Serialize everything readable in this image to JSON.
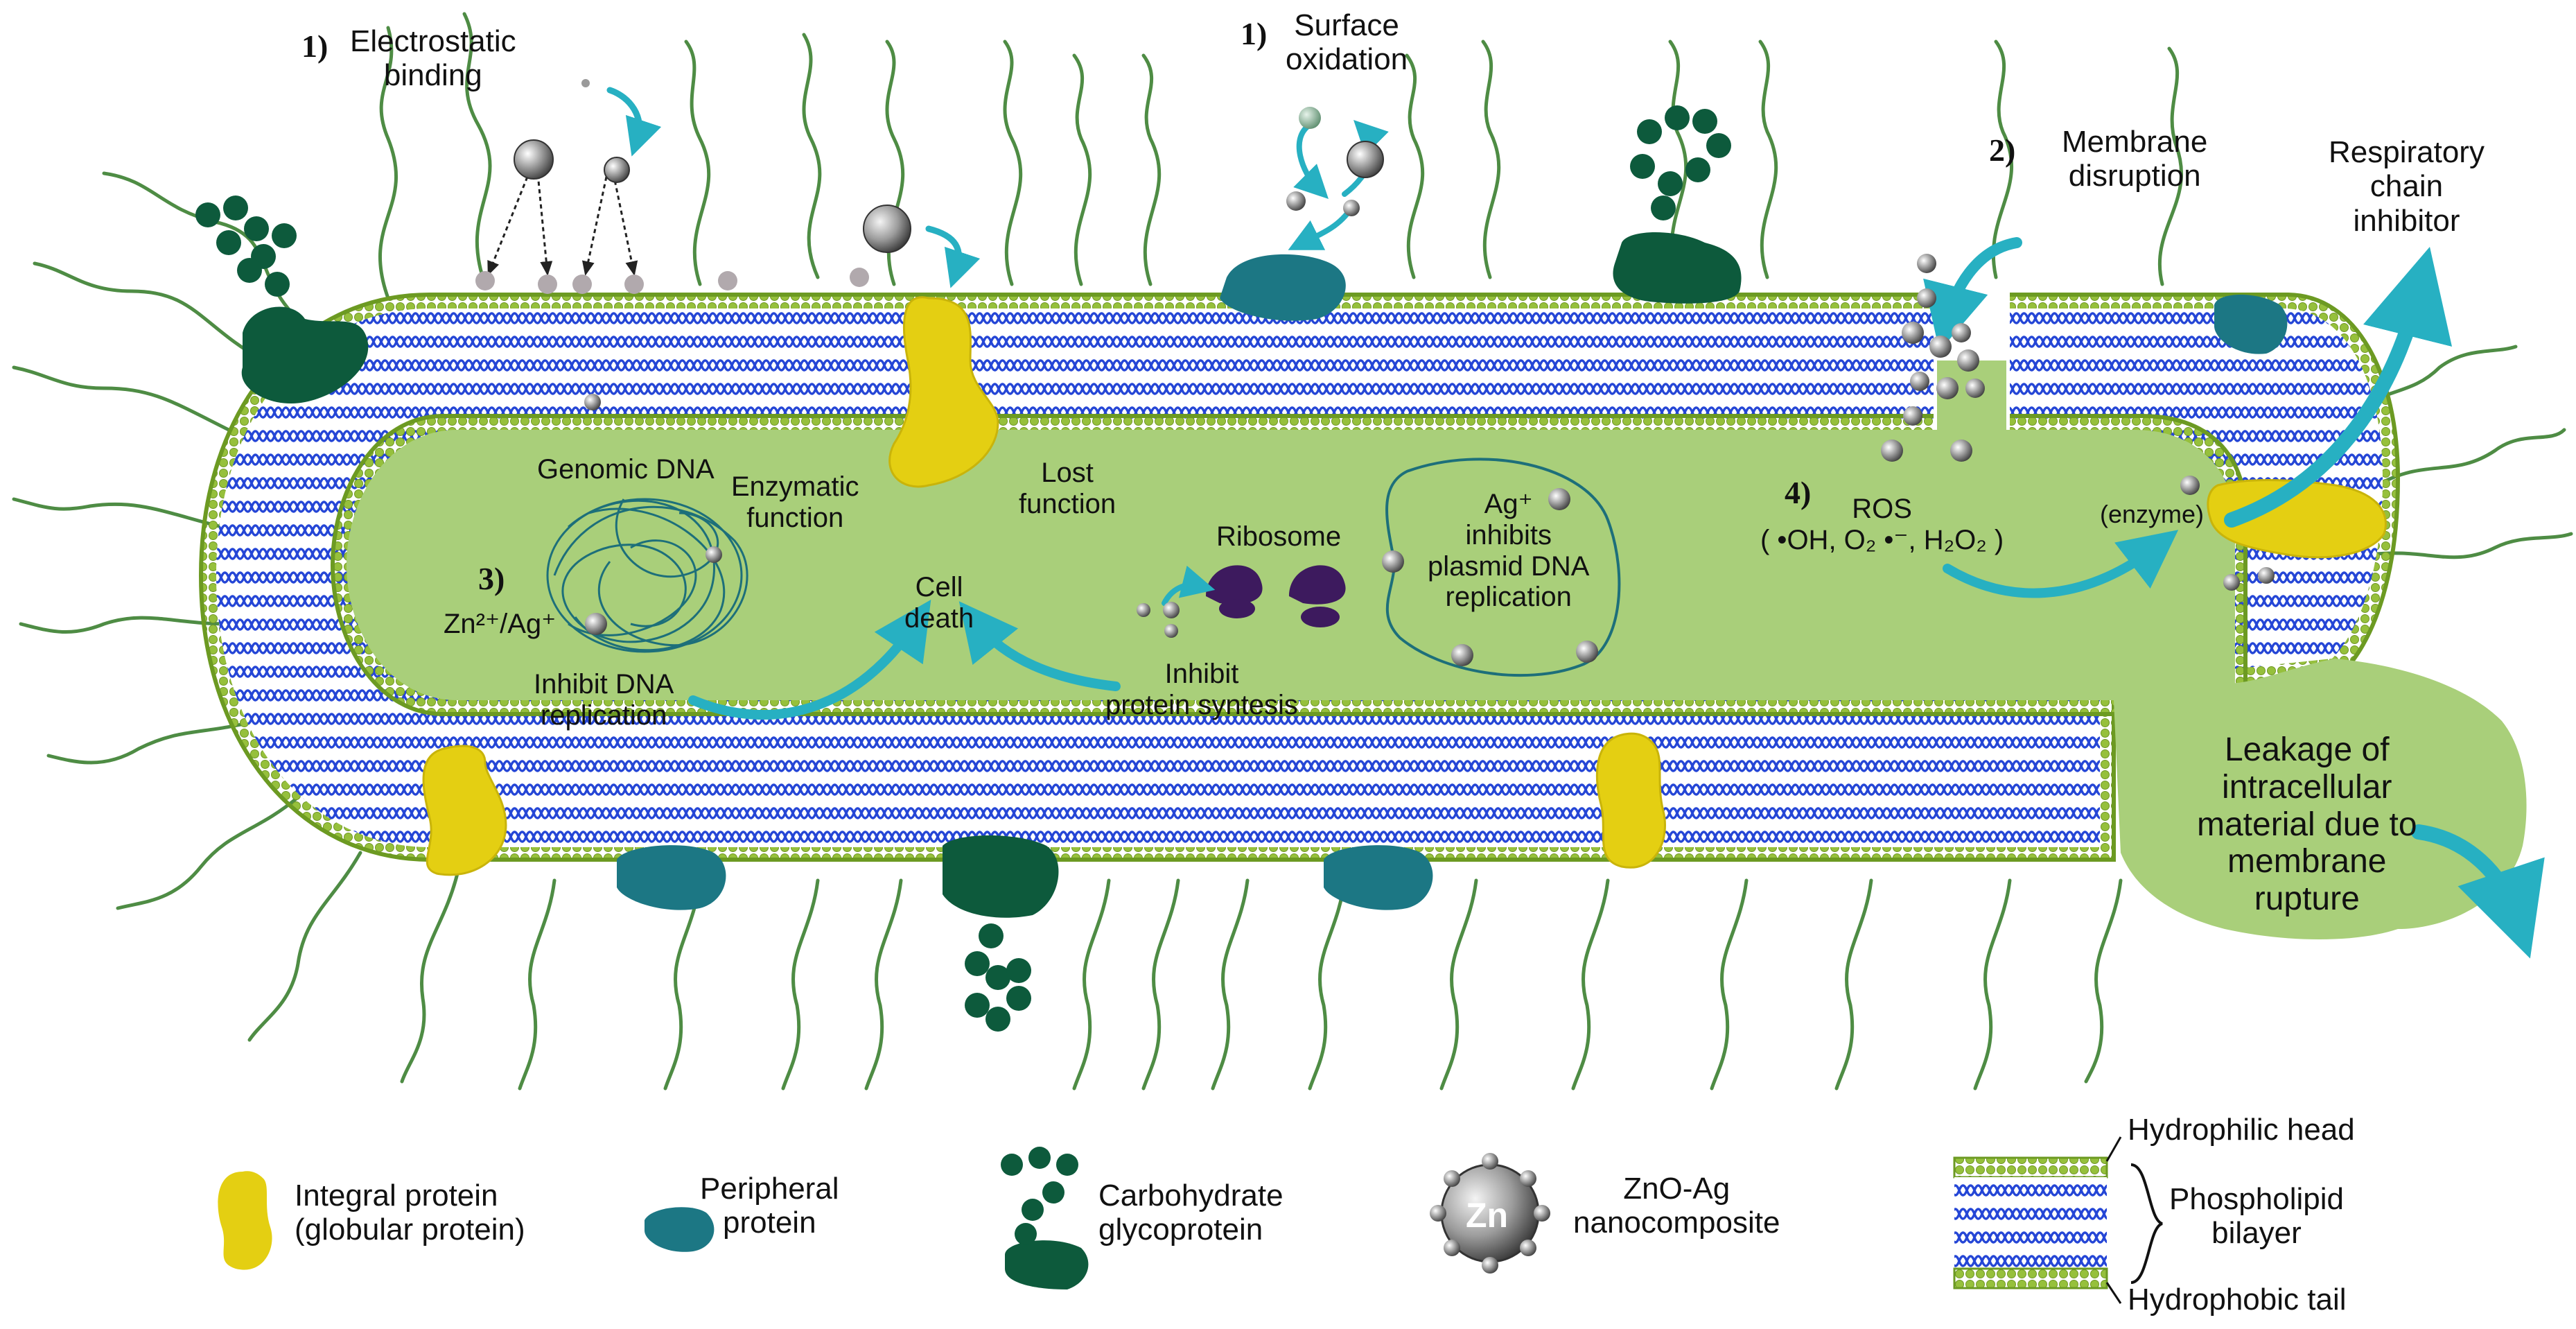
{
  "steps": {
    "electrostatic": {
      "num": "1)",
      "label": [
        "Electrostatic",
        "binding"
      ]
    },
    "surface_ox": {
      "num": "1)",
      "label": [
        "Surface",
        "oxidation"
      ]
    },
    "membrane_disruption": {
      "num": "2)",
      "label": [
        "Membrane",
        "disruption"
      ]
    },
    "dna_inhibit": {
      "num": "3)",
      "label": [
        "Inhibit DNA",
        "replication"
      ]
    },
    "ros": {
      "num": "4)",
      "label": [
        "ROS",
        "( •OH, O₂ •⁻, H₂O₂ )"
      ]
    }
  },
  "labels": {
    "respiratory": [
      "Respiratory",
      "chain",
      "inhibitor"
    ],
    "genomic_dna": "Genomic DNA",
    "ions": "Zn²⁺/Ag⁺",
    "enzymatic": [
      "Enzymatic",
      "function"
    ],
    "lost": [
      "Lost",
      "function"
    ],
    "cell_death": [
      "Cell",
      "death"
    ],
    "ribosome": "Ribosome",
    "inhibit_protein": [
      "Inhibit",
      "protein syntesis"
    ],
    "plasmid": [
      "Ag⁺",
      "inhibits",
      "plasmid DNA",
      "replication"
    ],
    "enzyme": "(enzyme)",
    "leakage": [
      "Leakage of",
      "intracellular",
      "material due to",
      "membrane",
      "rupture"
    ]
  },
  "legend": {
    "integral": [
      "Integral protein",
      "(globular protein)"
    ],
    "peripheral": [
      "Peripheral",
      "protein"
    ],
    "carbohydrate": [
      "Carbohydrate",
      "glycoprotein"
    ],
    "nanocomposite": [
      "ZnO-Ag",
      "nanocomposite"
    ],
    "zn_symbol": "Zn",
    "hydrophilic": "Hydrophilic head",
    "bilayer": [
      "Phospholipid",
      "bilayer"
    ],
    "hydrophobic": "Hydrophobic tail"
  },
  "colors": {
    "cytoplasm": "#a9cf7a",
    "membrane_outline": "#6c9a22",
    "head": "#96c03c",
    "tail": "#2546d6",
    "integral": "#e4cf12",
    "peripheral": "#1c7784",
    "glyco": "#0d5a3c",
    "arrow": "#27b0c2",
    "flagella": "#4e8c44",
    "ribosome": "#3d1a5e",
    "dna": "#1d6f7a"
  }
}
